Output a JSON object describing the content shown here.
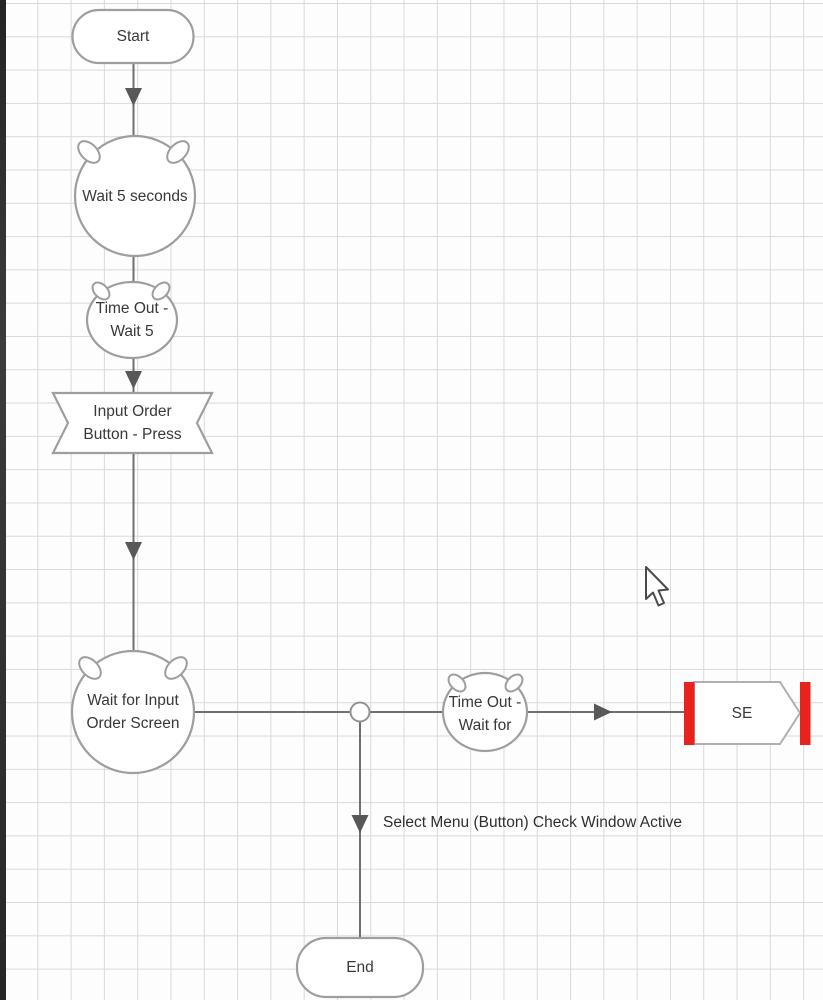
{
  "canvas": {
    "background_color": "#fdfdfd",
    "grid_color": "#d9d9d9"
  },
  "colors": {
    "shape_stroke": "#9e9e9e",
    "connector": "#6f6f6f",
    "arrowhead": "#585858",
    "text": "#383838",
    "red_marker": "#e8231d"
  },
  "nodes": {
    "start": {
      "label": "Start",
      "type": "terminator"
    },
    "wait_5_seconds": {
      "label": "Wait 5 seconds",
      "type": "wait-timer"
    },
    "timeout_wait_5": {
      "line1": "Time Out -",
      "line2": "Wait 5",
      "type": "wait-timer"
    },
    "input_order_button": {
      "line1": "Input Order",
      "line2": "Button - Press",
      "type": "banner"
    },
    "wait_for_input_order_screen": {
      "line1": "Wait for Input",
      "line2": "Order Screen",
      "type": "wait-timer"
    },
    "timeout_wait_for": {
      "line1": "Time Out -",
      "line2": "Wait for",
      "type": "wait-timer"
    },
    "se": {
      "label": "SE",
      "type": "reference-arrow"
    },
    "end": {
      "label": "End",
      "type": "terminator"
    }
  },
  "edges": {
    "select_menu_label": "Select Menu (Button) Check Window Active"
  }
}
